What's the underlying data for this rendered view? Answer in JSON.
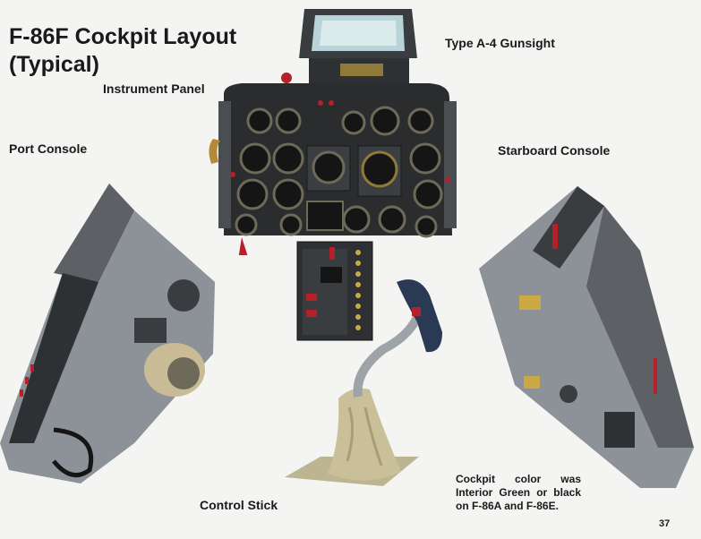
{
  "title_line1": "F-86F Cockpit Layout",
  "title_line2": "(Typical)",
  "labels": {
    "gunsight": "Type A-4 Gunsight",
    "instrument_panel": "Instrument Panel",
    "port_console": "Port Console",
    "starboard_console": "Starboard Console",
    "control_stick": "Control Stick"
  },
  "note": "Cockpit color was Interior Green or black on F-86A and F-86E.",
  "page_number": "37",
  "colors": {
    "panel_dark": "#2a2c2e",
    "console_grey": "#8d9298",
    "gauge_face": "#151515",
    "gauge_ring": "#6e6a5a",
    "boot": "#c9c09a",
    "switch_red": "#b5202a",
    "plate_yellow": "#c9a845"
  }
}
